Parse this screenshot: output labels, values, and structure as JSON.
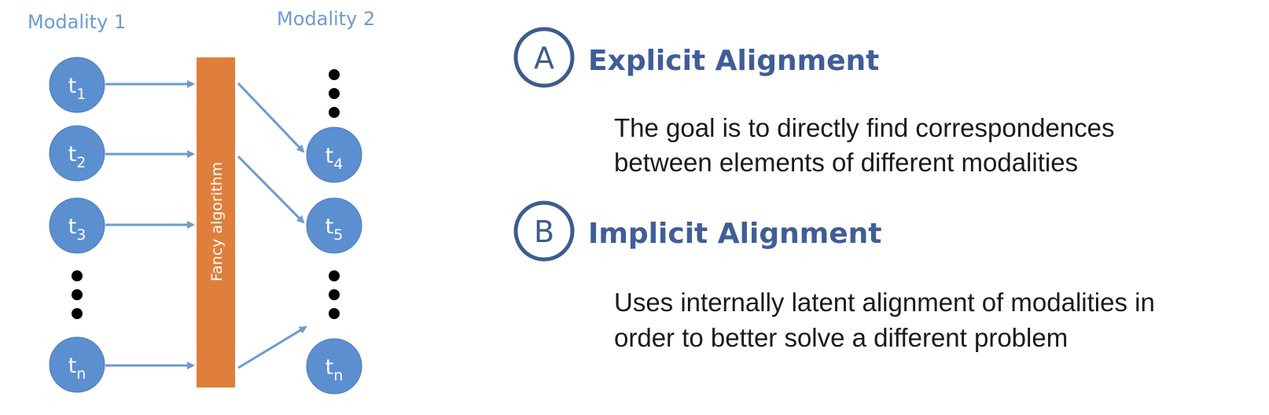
{
  "diagram": {
    "modality1_label": "Modality 1",
    "modality2_label": "Modality 2",
    "algorithm_label": "Fancy algorithm",
    "left_nodes": [
      {
        "base": "t",
        "sub": "1"
      },
      {
        "base": "t",
        "sub": "2"
      },
      {
        "base": "t",
        "sub": "3"
      },
      {
        "base": "t",
        "sub": "n"
      }
    ],
    "right_nodes": [
      {
        "base": "t",
        "sub": "4"
      },
      {
        "base": "t",
        "sub": "5"
      },
      {
        "base": "t",
        "sub": "n"
      }
    ],
    "colors": {
      "node": "#5b8fd0",
      "arrow": "#6e9ad1",
      "algorithm_bar": "#e07e3c",
      "modality_label": "#6c9bd2"
    }
  },
  "sections": [
    {
      "letter": "A",
      "title": "Explicit Alignment",
      "description_lines": [
        "The goal is to directly find correspondences",
        "between elements of different modalities"
      ]
    },
    {
      "letter": "B",
      "title": "Implicit Alignment",
      "description_lines": [
        "Uses internally latent alignment of modalities in",
        "order to better solve a different problem"
      ]
    }
  ],
  "colors": {
    "heading": "#405d97",
    "badge": "#3e5b8e",
    "text": "#1a1a1a"
  }
}
